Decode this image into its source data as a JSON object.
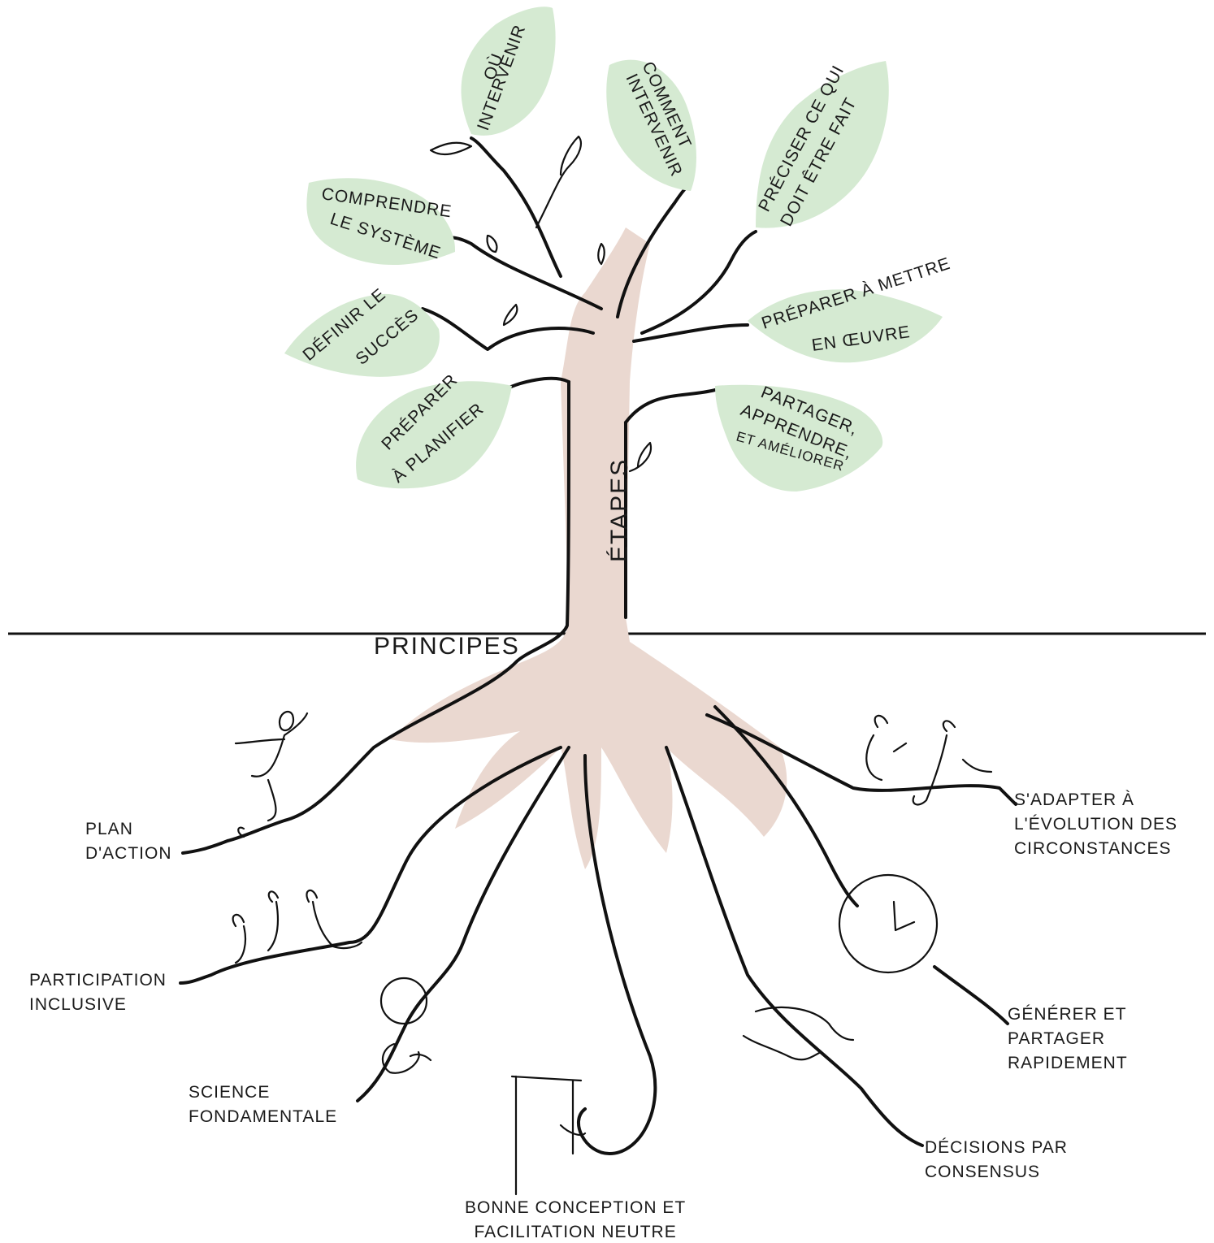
{
  "leaves": {
    "ou_intervenir": [
      "OÙ",
      "INTERVENIR"
    ],
    "comment_intervenir": [
      "COMMENT",
      "INTERVENIR"
    ],
    "preciser": [
      "PRÉCISER CE QUI",
      "DOIT ÊTRE FAIT"
    ],
    "comprendre": [
      "COMPRENDRE",
      "LE SYSTÈME"
    ],
    "definir": [
      "DÉFINIR LE",
      "SUCCÈS"
    ],
    "preparer_mettre": [
      "PRÉPARER À METTRE",
      "EN ŒUVRE"
    ],
    "preparer_planifier": [
      "PRÉPARER",
      "À PLANIFIER"
    ],
    "partager": [
      "PARTAGER,",
      "APPRENDRE,",
      "ET AMÉLIORER"
    ]
  },
  "trunk_label": "ÉTAPES",
  "ground_label": "PRINCIPES",
  "roots": {
    "plan_action": "PLAN\nD'ACTION",
    "participation": "PARTICIPATION\nINCLUSIVE",
    "science": "SCIENCE\nFONDAMENTALE",
    "bonne_conception": "BONNE CONCEPTION ET\nFACILITATION NEUTRE",
    "decisions": "DÉCISIONS PAR\nCONSENSUS",
    "generer": "GÉNÉRER ET\nPARTAGER\nRAPIDEMENT",
    "sadapter": "S'ADAPTER À\nL'ÉVOLUTION DES\nCIRCONSTANCES"
  }
}
